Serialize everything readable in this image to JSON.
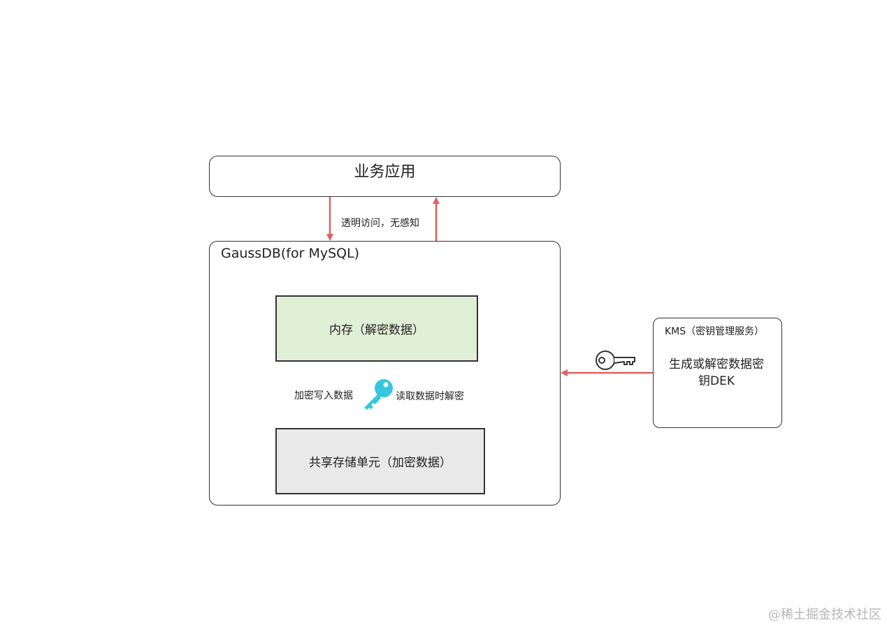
{
  "app": {
    "title": "业务应用"
  },
  "db": {
    "title": "GaussDB(for MySQL)"
  },
  "memory": {
    "label": "内存（解密数据）"
  },
  "storage": {
    "label": "共享存储单元（加密数据）"
  },
  "kms": {
    "title": "KMS（密钥管理服务）",
    "body": "生成或解密数据密钥DEK"
  },
  "edges": {
    "app_db": "透明访问，无感知",
    "encrypt_write": "加密写入数据",
    "decrypt_read": "读取数据时解密"
  },
  "watermark": "@稀土掘金技术社区",
  "colors": {
    "arrow": "#e0605e",
    "key_cyan": "#35c7e0",
    "memory_fill": "#e2efd7",
    "storage_fill": "#e9e9e9"
  },
  "icons": [
    "key-icon",
    "outline-key-icon"
  ]
}
